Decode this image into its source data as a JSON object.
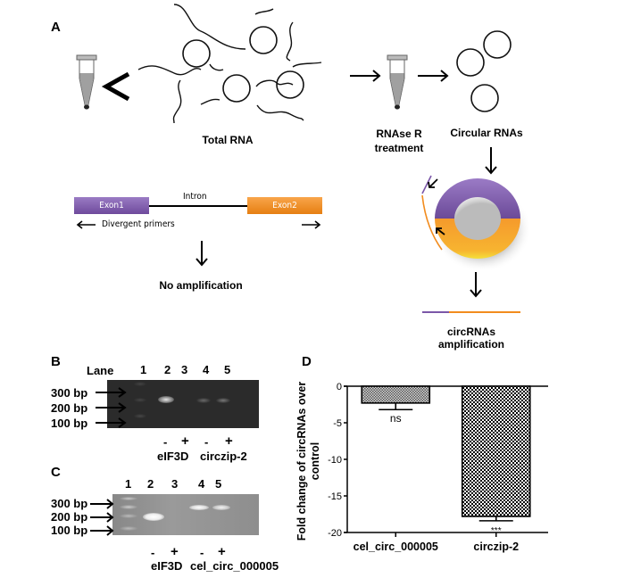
{
  "panelA": {
    "letter": "A",
    "total_rna_label": "Total RNA",
    "rnase_label_line1": "RNAse R",
    "rnase_label_line2": "treatment",
    "circular_label": "Circular RNAs",
    "exon1": "Exon1",
    "exon2": "Exon2",
    "intron": "Intron",
    "primers": "Divergent primers",
    "no_amp": "No amplification",
    "circ_amp": "circRNAs amplification",
    "colors": {
      "exon1": "#7b57a8",
      "exon2": "#f28c1e"
    }
  },
  "panelB": {
    "letter": "B",
    "lane_label": "Lane",
    "lanes": [
      "1",
      "2",
      "3",
      "4",
      "5"
    ],
    "markers": [
      "300 bp",
      "200 bp",
      "100 bp"
    ],
    "treatments": [
      "-",
      "+",
      "-",
      "+"
    ],
    "groups": [
      "eIF3D",
      "circzip-2"
    ]
  },
  "panelC": {
    "letter": "C",
    "lanes": [
      "1",
      "2",
      "3",
      "4",
      "5"
    ],
    "markers": [
      "300 bp",
      "200 bp",
      "100 bp"
    ],
    "treatments": [
      "-",
      "+",
      "-",
      "+"
    ],
    "groups": [
      "eIF3D",
      "cel_circ_000005"
    ]
  },
  "chart_data": {
    "type": "bar",
    "title": "D",
    "categories": [
      "cel_circ_000005",
      "circzip-2"
    ],
    "values": [
      -2.3,
      -17.8
    ],
    "errors": [
      0.9,
      0.6
    ],
    "annotations": [
      "ns",
      "***"
    ],
    "xlabel": "",
    "ylabel": "Fold change of circRNAs over control",
    "ylim": [
      -20,
      0
    ],
    "yticks": [
      0,
      -5,
      -10,
      -15,
      -20
    ],
    "ytick_labels": [
      "0",
      "-5",
      "-10",
      "-15",
      "-20"
    ],
    "grid": false,
    "legend": "none"
  }
}
